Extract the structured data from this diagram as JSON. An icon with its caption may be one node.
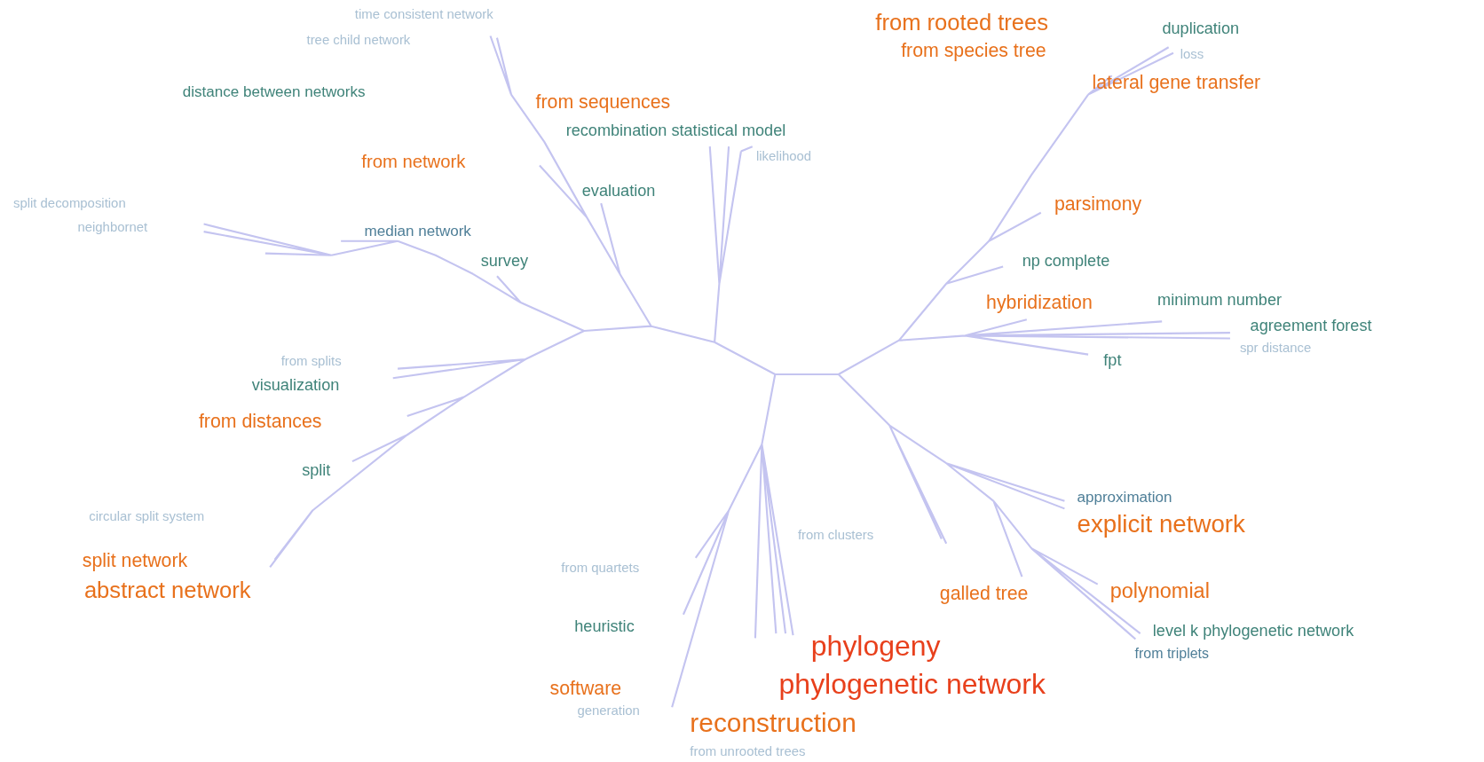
{
  "diagram": {
    "labels": [
      "time consistent network",
      "from rooted trees",
      "duplication",
      "tree child network",
      "from species tree",
      "loss",
      "lateral gene transfer",
      "distance between networks",
      "from sequences",
      "recombination statistical model",
      "likelihood",
      "from network",
      "evaluation",
      "split decomposition",
      "parsimony",
      "neighbornet",
      "median network",
      "survey",
      "np complete",
      "minimum number",
      "hybridization",
      "agreement forest",
      "spr distance",
      "fpt",
      "from splits",
      "visualization",
      "from distances",
      "split",
      "approximation",
      "circular split system",
      "explicit network",
      "from clusters",
      "split network",
      "from quartets",
      "abstract network",
      "polynomial",
      "galled tree",
      "heuristic",
      "level k phylogenetic network",
      "phylogeny",
      "from triplets",
      "phylogenetic network",
      "software",
      "generation",
      "reconstruction",
      "from unrooted trees"
    ]
  }
}
